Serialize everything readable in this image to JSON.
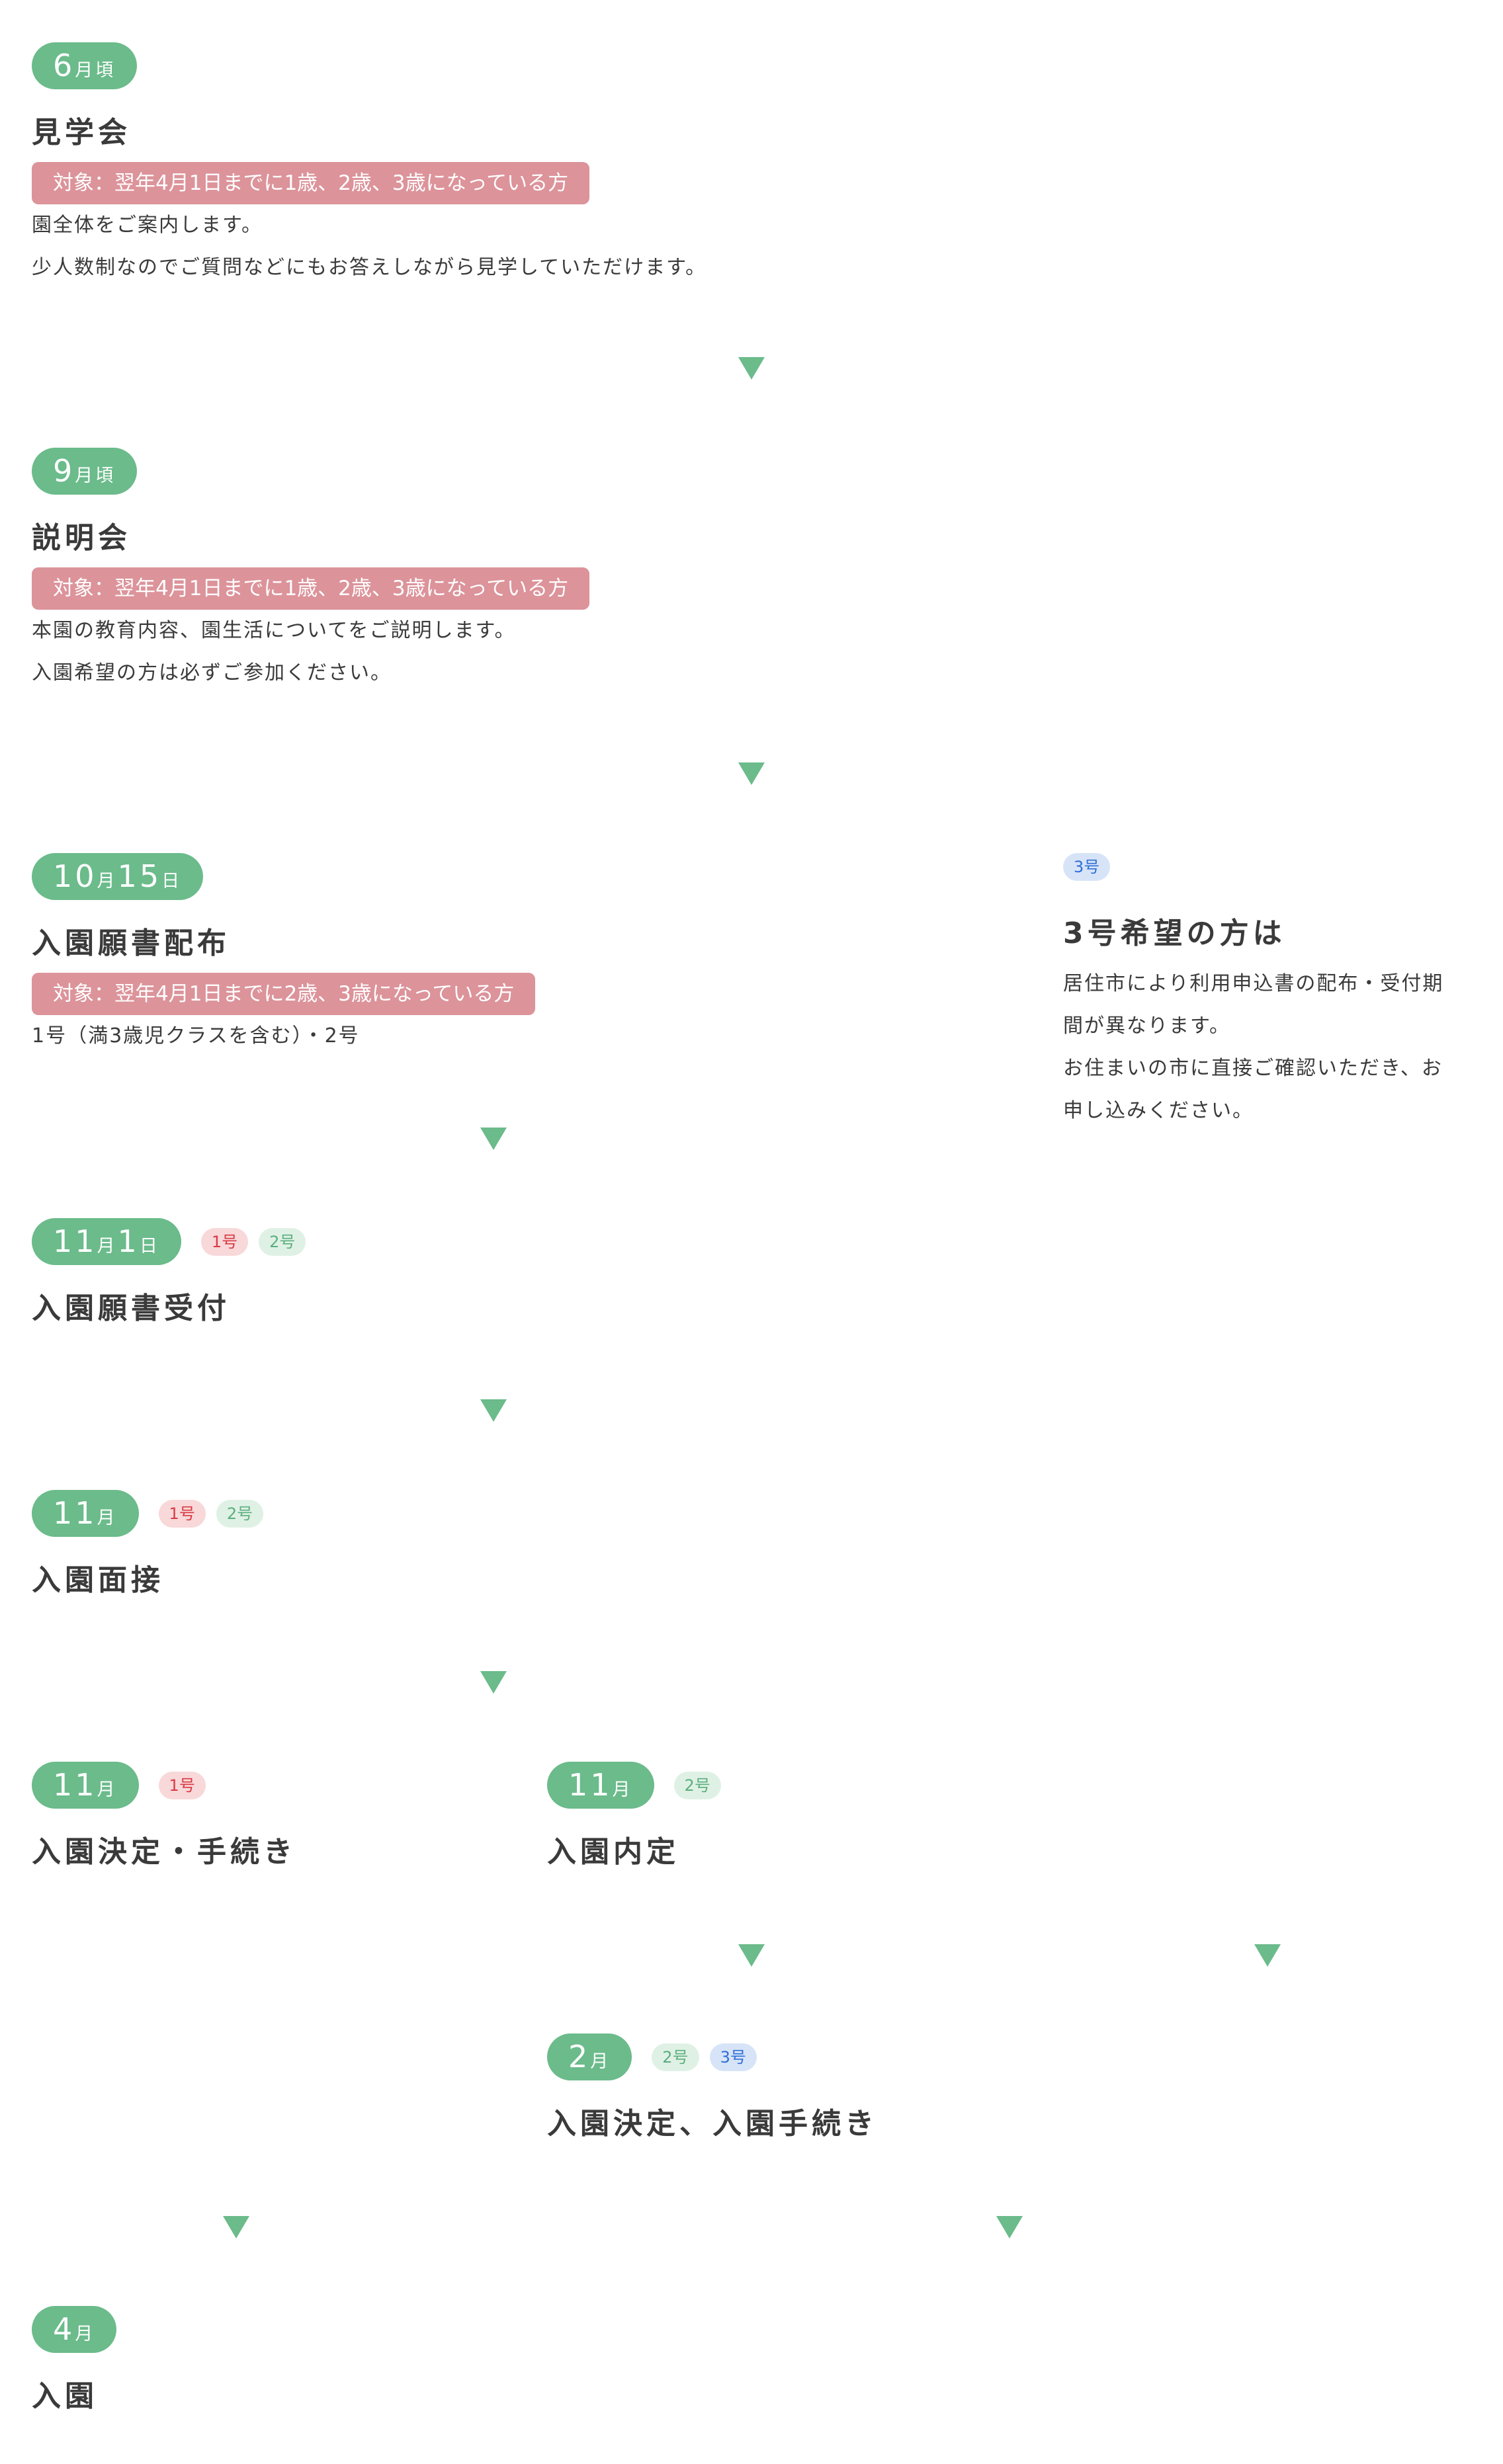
{
  "colors": {
    "pill": "#6bbb8b",
    "target": "#dc939a",
    "tag1_bg": "#f8d8d9",
    "tag2_bg": "#dff1e5",
    "tag3_bg": "#d7e4f8"
  },
  "steps": [
    {
      "date": [
        [
          "6",
          "月"
        ],
        [
          "",
          "頃"
        ]
      ],
      "tags": [],
      "title": "見学会",
      "target": "対象：翌年4月1日までに1歳、2歳、3歳になっている方",
      "body": [
        "園全体をご案内します。",
        "少人数制なのでご質問などにもお答えしながら見学していただけます。"
      ]
    },
    {
      "date": [
        [
          "9",
          "月"
        ],
        [
          "",
          "頃"
        ]
      ],
      "tags": [],
      "title": "説明会",
      "target": "対象：翌年4月1日までに1歳、2歳、3歳になっている方",
      "body": [
        "本園の教育内容、園生活についてをご説明します。",
        "入園希望の方は必ずご参加ください。"
      ]
    },
    {
      "date": [
        [
          "10",
          "月"
        ],
        [
          "15",
          "日"
        ]
      ],
      "tags": [],
      "title": "入園願書配布",
      "target": "対象：翌年4月1日までに2歳、3歳になっている方",
      "body": [
        "1号（満3歳児クラスを含む）・2号"
      ]
    },
    {
      "date": [
        [
          "11",
          "月"
        ],
        [
          "1",
          "日"
        ]
      ],
      "tags": [
        {
          "label": "1号",
          "kind": "t1"
        },
        {
          "label": "2号",
          "kind": "t2"
        }
      ],
      "title": "入園願書受付",
      "body": []
    },
    {
      "date": [
        [
          "11",
          "月"
        ]
      ],
      "tags": [
        {
          "label": "1号",
          "kind": "t1"
        },
        {
          "label": "2号",
          "kind": "t2"
        }
      ],
      "title": "入園面接",
      "body": []
    },
    {
      "date": [
        [
          "11",
          "月"
        ]
      ],
      "tags": [
        {
          "label": "1号",
          "kind": "t1"
        }
      ],
      "title": "入園決定・手続き",
      "body": []
    },
    {
      "date": [
        [
          "11",
          "月"
        ]
      ],
      "tags": [
        {
          "label": "2号",
          "kind": "t2"
        }
      ],
      "title": "入園内定",
      "body": []
    },
    {
      "date": [
        [
          "2",
          "月"
        ]
      ],
      "tags": [
        {
          "label": "2号",
          "kind": "t2"
        },
        {
          "label": "3号",
          "kind": "t3"
        }
      ],
      "title": "入園決定、入園手続き",
      "body": []
    },
    {
      "date": [
        [
          "4",
          "月"
        ]
      ],
      "tags": [],
      "title": "入園",
      "body": []
    }
  ],
  "side": {
    "tag": "3号",
    "title": "3号希望の方は",
    "body": [
      "居住市により利用申込書の配布・受付期",
      "間が異なります。",
      "お住まいの市に直接ご確認いただき、お",
      "申し込みください。"
    ]
  }
}
